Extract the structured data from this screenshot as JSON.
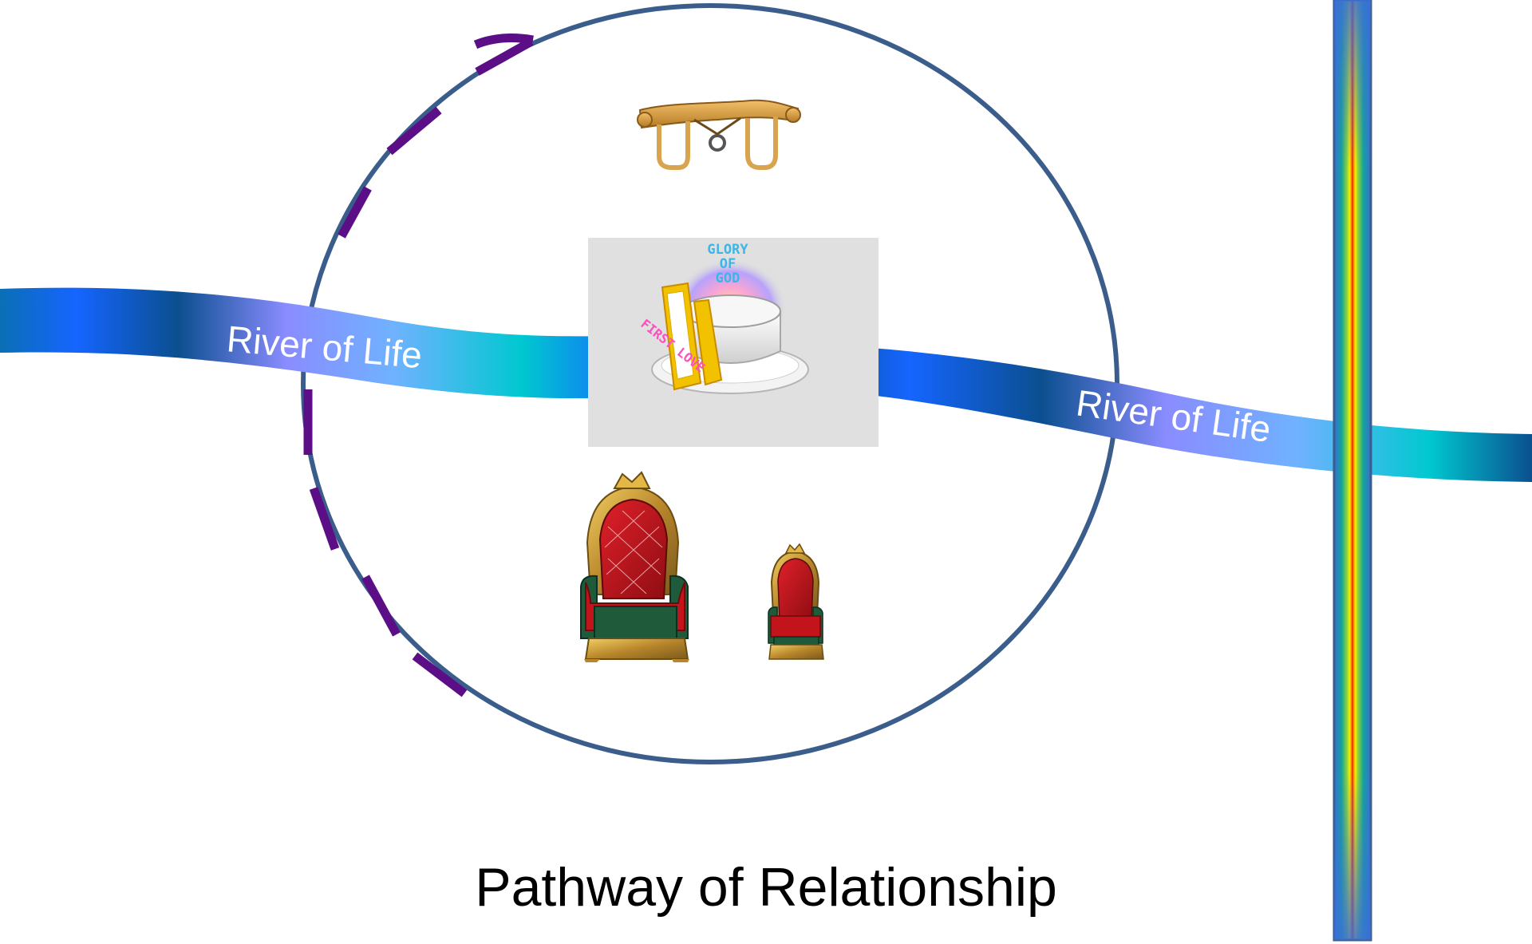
{
  "diagram": {
    "caption": "Pathway of Relationship",
    "river_left_label": "River of Life",
    "river_right_label": "River of Life",
    "center_picture": {
      "text_top": [
        "GLORY",
        "OF",
        "GOD"
      ],
      "text_side": "FIRST LOVE"
    },
    "icons": [
      "yoke-icon",
      "laver-picture",
      "large-throne-icon",
      "small-throne-icon"
    ],
    "colors": {
      "circle_stroke": "#3a5d8c",
      "dashed_arc": "#5b0e85",
      "river_dark": "#0b4f8f",
      "river_mid": "#1565ff",
      "river_light": "#00c8d0",
      "rainbow_band": [
        "#3b6fd8",
        "#11a39a",
        "#8cd33c",
        "#f7f000",
        "#ff8a00",
        "#e8191b"
      ]
    }
  }
}
